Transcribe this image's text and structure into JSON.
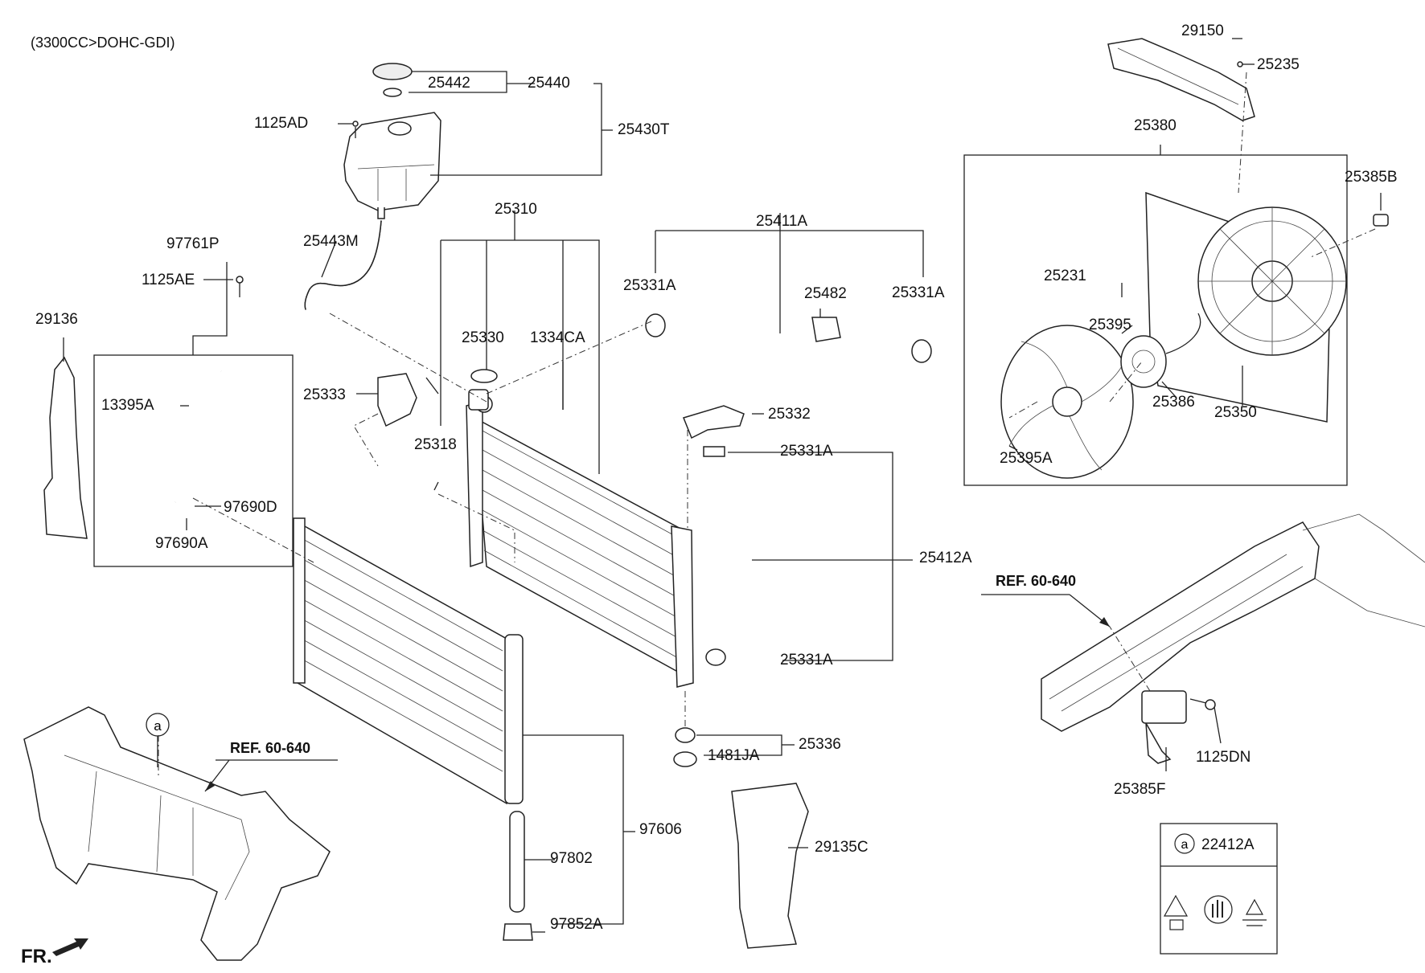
{
  "header": {
    "engine": "(3300CC>DOHC-GDI)"
  },
  "labels": {
    "p25440": "25440",
    "p25442": "25442",
    "p1125AD": "1125AD",
    "p25430T": "25430T",
    "p25443M": "25443M",
    "p1125AE": "1125AE",
    "p97761P": "97761P",
    "p29136": "29136",
    "p13395A": "13395A",
    "p97690D": "97690D",
    "p97690A": "97690A",
    "p25310": "25310",
    "p25330": "25330",
    "p1334CA": "1334CA",
    "p25333": "25333",
    "p25318": "25318",
    "p25411A": "25411A",
    "p25331A_1": "25331A",
    "p25331A_2": "25331A",
    "p25331A_3": "25331A",
    "p25331A_4": "25331A",
    "p25482": "25482",
    "p25332": "25332",
    "p25412A": "25412A",
    "p25336": "25336",
    "p1481JA": "1481JA",
    "p29135C": "29135C",
    "p97606": "97606",
    "p97802": "97802",
    "p97852A": "97852A",
    "p29150": "29150",
    "p25235": "25235",
    "p25380": "25380",
    "p25385B": "25385B",
    "p25231": "25231",
    "p25395": "25395",
    "p25386": "25386",
    "p25350": "25350",
    "p25395A": "25395A",
    "p1125DN": "1125DN",
    "p25385F": "25385F",
    "p22412A": "22412A"
  },
  "references": {
    "ref_front": "REF. 60-640",
    "ref_side": "REF. 60-640"
  },
  "markers": {
    "circle_a": "a",
    "legend_a": "a"
  },
  "direction": {
    "front": "FR."
  }
}
